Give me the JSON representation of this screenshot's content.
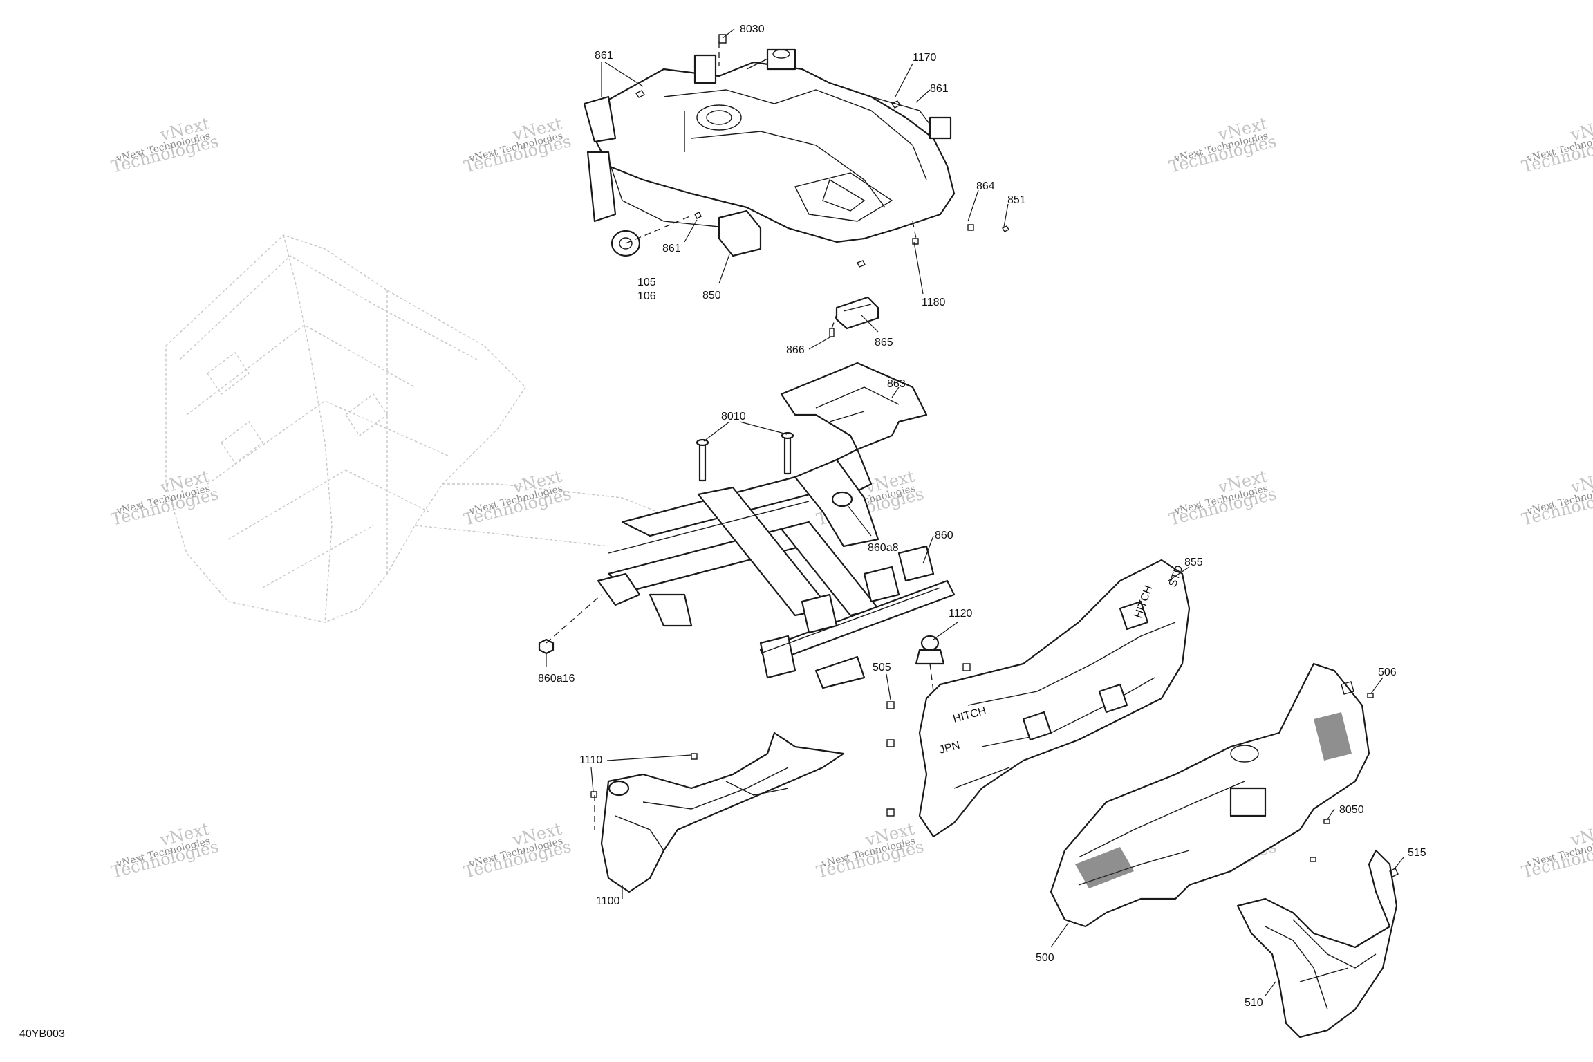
{
  "drawing_code": "40YB003",
  "watermark": {
    "line1": "vNext",
    "line2": "Technologies",
    "small": "vNext Technologies"
  },
  "callouts": [
    {
      "id": "8030",
      "text": "8030"
    },
    {
      "id": "861a",
      "text": "861"
    },
    {
      "id": "1170",
      "text": "1170"
    },
    {
      "id": "861b",
      "text": "861"
    },
    {
      "id": "864",
      "text": "864"
    },
    {
      "id": "851",
      "text": "851"
    },
    {
      "id": "861c",
      "text": "861"
    },
    {
      "id": "105",
      "text": "105"
    },
    {
      "id": "106",
      "text": "106"
    },
    {
      "id": "850",
      "text": "850"
    },
    {
      "id": "1180",
      "text": "1180"
    },
    {
      "id": "865",
      "text": "865"
    },
    {
      "id": "866",
      "text": "866"
    },
    {
      "id": "863",
      "text": "863"
    },
    {
      "id": "8010",
      "text": "8010"
    },
    {
      "id": "860a8",
      "text": "860a8"
    },
    {
      "id": "860",
      "text": "860"
    },
    {
      "id": "860a16",
      "text": "860a16"
    },
    {
      "id": "855",
      "text": "855"
    },
    {
      "id": "1120",
      "text": "1120"
    },
    {
      "id": "505",
      "text": "505"
    },
    {
      "id": "506",
      "text": "506"
    },
    {
      "id": "1110",
      "text": "1110"
    },
    {
      "id": "8050",
      "text": "8050"
    },
    {
      "id": "515",
      "text": "515"
    },
    {
      "id": "1100",
      "text": "1100"
    },
    {
      "id": "500",
      "text": "500"
    },
    {
      "id": "510",
      "text": "510"
    }
  ],
  "part_markings": {
    "hitch_small": "HITCH",
    "std": "STD",
    "hitch_large": "HITCH",
    "jpn": "JPN"
  }
}
